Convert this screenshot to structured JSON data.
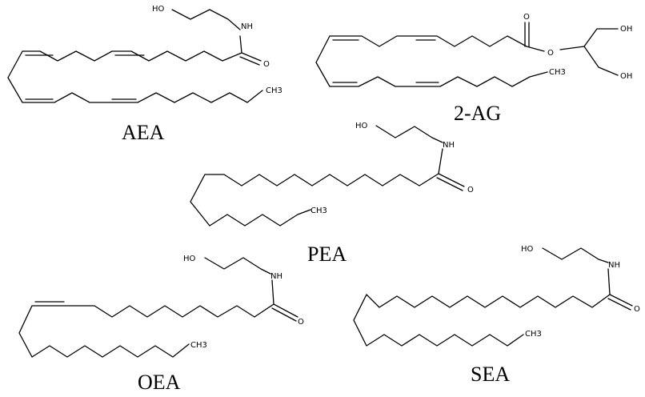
{
  "molecules": [
    {
      "id": "aea",
      "name": "AEA",
      "ho": "HO",
      "nh": "NH",
      "o": "O",
      "ch3": "CH3"
    },
    {
      "id": "two-ag",
      "name": "2-AG",
      "o_carbonyl": "O",
      "o_ester": "O",
      "oh_top": "OH",
      "oh_bottom": "OH",
      "ch3": "CH3"
    },
    {
      "id": "pea",
      "name": "PEA",
      "ho": "HO",
      "nh": "NH",
      "o": "O",
      "ch3": "CH3"
    },
    {
      "id": "oea",
      "name": "OEA",
      "ho": "HO",
      "nh": "NH",
      "o": "O",
      "ch3": "CH3"
    },
    {
      "id": "sea",
      "name": "SEA",
      "ho": "HO",
      "nh": "NH",
      "o": "O",
      "ch3": "CH3"
    }
  ]
}
